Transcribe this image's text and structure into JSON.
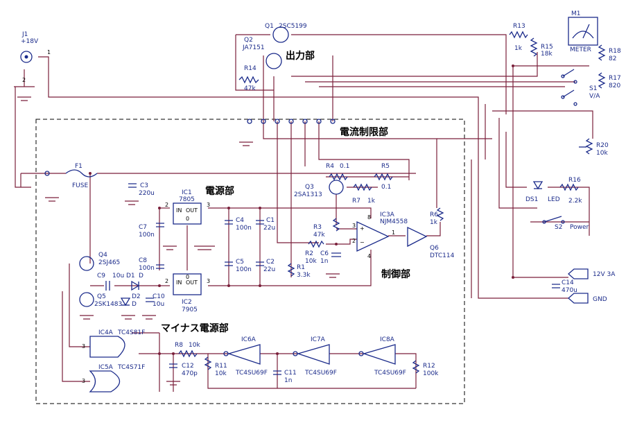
{
  "sections": {
    "output": "出力部",
    "current_limit": "電流制限部",
    "power": "電源部",
    "control": "制御部",
    "minus_power": "マイナス電源部"
  },
  "components": {
    "J1": {
      "ref": "J1",
      "value": "+18V"
    },
    "Q1": {
      "ref": "Q1",
      "value": "2SC5199"
    },
    "Q2": {
      "ref": "Q2",
      "value": "JA7151"
    },
    "R14": {
      "ref": "R14",
      "value": "47k"
    },
    "R13": {
      "ref": "R13",
      "value": "1k"
    },
    "R15": {
      "ref": "R15",
      "value": "18k"
    },
    "M1": {
      "ref": "M1",
      "value": "METER"
    },
    "R18": {
      "ref": "R18",
      "value": "82"
    },
    "R17": {
      "ref": "R17",
      "value": "820"
    },
    "S1": {
      "ref": "S1",
      "value": "V/A"
    },
    "R20": {
      "ref": "R20",
      "value": "10k"
    },
    "F1": {
      "ref": "F1",
      "value": "FUSE"
    },
    "C3": {
      "ref": "C3",
      "value": "220u"
    },
    "R4": {
      "ref": "R4",
      "value": "0.1"
    },
    "R5": {
      "ref": "R5",
      "value": "0.1"
    },
    "Q3": {
      "ref": "Q3",
      "value": "2SA1313"
    },
    "R7": {
      "ref": "R7",
      "value": "1k"
    },
    "IC1": {
      "ref": "IC1",
      "value": "7805"
    },
    "C7": {
      "ref": "C7",
      "value": "100n"
    },
    "C4": {
      "ref": "C4",
      "value": "100n"
    },
    "C1": {
      "ref": "C1",
      "value": "22u"
    },
    "C5": {
      "ref": "C5",
      "value": "100n"
    },
    "C2": {
      "ref": "C2",
      "value": "22u"
    },
    "C8": {
      "ref": "C8",
      "value": "100n"
    },
    "IC2": {
      "ref": "IC2",
      "value": "7905"
    },
    "R3": {
      "ref": "R3",
      "value": "47k"
    },
    "R2": {
      "ref": "R2",
      "value": "10k"
    },
    "C6": {
      "ref": "C6",
      "value": "1n"
    },
    "R1": {
      "ref": "R1",
      "value": "3.3k"
    },
    "IC3A": {
      "ref": "IC3A",
      "value": "NJM4558"
    },
    "R6": {
      "ref": "R6",
      "value": "1k"
    },
    "Q6": {
      "ref": "Q6",
      "value": "DTC114"
    },
    "DS1": {
      "ref": "DS1",
      "value": "LED"
    },
    "R16": {
      "ref": "R16",
      "value": "2.2k"
    },
    "S2": {
      "ref": "S2",
      "value": "Power"
    },
    "C14": {
      "ref": "C14",
      "value": "470u"
    },
    "Q4": {
      "ref": "Q4",
      "value": "2SJ465"
    },
    "Q5": {
      "ref": "Q5",
      "value": "2SK1483"
    },
    "C9": {
      "ref": "C9",
      "value": "10u"
    },
    "D1": {
      "ref": "D1",
      "value": "D"
    },
    "D2": {
      "ref": "D2",
      "value": "D"
    },
    "C10": {
      "ref": "C10",
      "value": "10u"
    },
    "IC4A": {
      "ref": "IC4A",
      "value": "TC4S81F"
    },
    "IC5A": {
      "ref": "IC5A",
      "value": "TC4S71F"
    },
    "R8": {
      "ref": "R8",
      "value": "10k"
    },
    "C12": {
      "ref": "C12",
      "value": "470p"
    },
    "R11": {
      "ref": "R11",
      "value": "10k"
    },
    "IC6A": {
      "ref": "IC6A",
      "value": "TC4SU69F"
    },
    "IC7A": {
      "ref": "IC7A",
      "value": "TC4SU69F"
    },
    "IC8A": {
      "ref": "IC8A",
      "value": "TC4SU69F"
    },
    "C11": {
      "ref": "C11",
      "value": "1n"
    },
    "R12": {
      "ref": "R12",
      "value": "100k"
    }
  },
  "terminals": {
    "out_12v": "12V 3A",
    "gnd": "GND"
  },
  "regulator_pins": {
    "in": "IN",
    "out": "OUT",
    "gnd": "0"
  }
}
